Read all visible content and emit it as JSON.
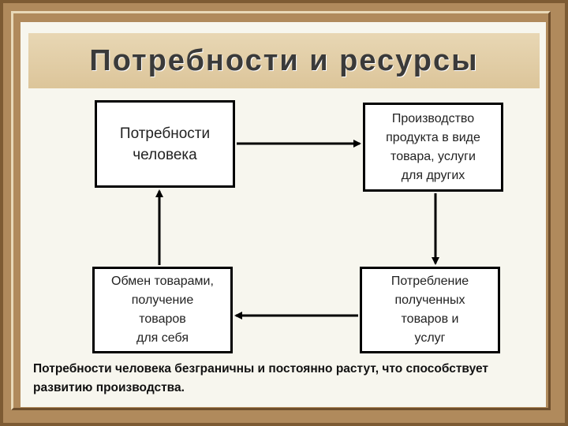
{
  "title": "Потребности и ресурсы",
  "nodes": {
    "needs": "Потребности\nчеловека",
    "production": "Производство\nпродукта в виде\nтовара, услуги\nдля других",
    "consumption": "Потребление\nполученных\nтоваров и\nуслуг",
    "exchange": "Обмен товарами,\nполучение\nтоваров\nдля себя"
  },
  "edges": [
    {
      "from": "needs",
      "to": "production"
    },
    {
      "from": "production",
      "to": "consumption"
    },
    {
      "from": "consumption",
      "to": "exchange"
    },
    {
      "from": "exchange",
      "to": "needs"
    }
  ],
  "note": "Потребности человека безграничны и постоянно растут, что способствует развитию производства.",
  "colors": {
    "frame": "#b08a5c",
    "board": "#f7f6ee",
    "title_band": "#dcc59a"
  }
}
